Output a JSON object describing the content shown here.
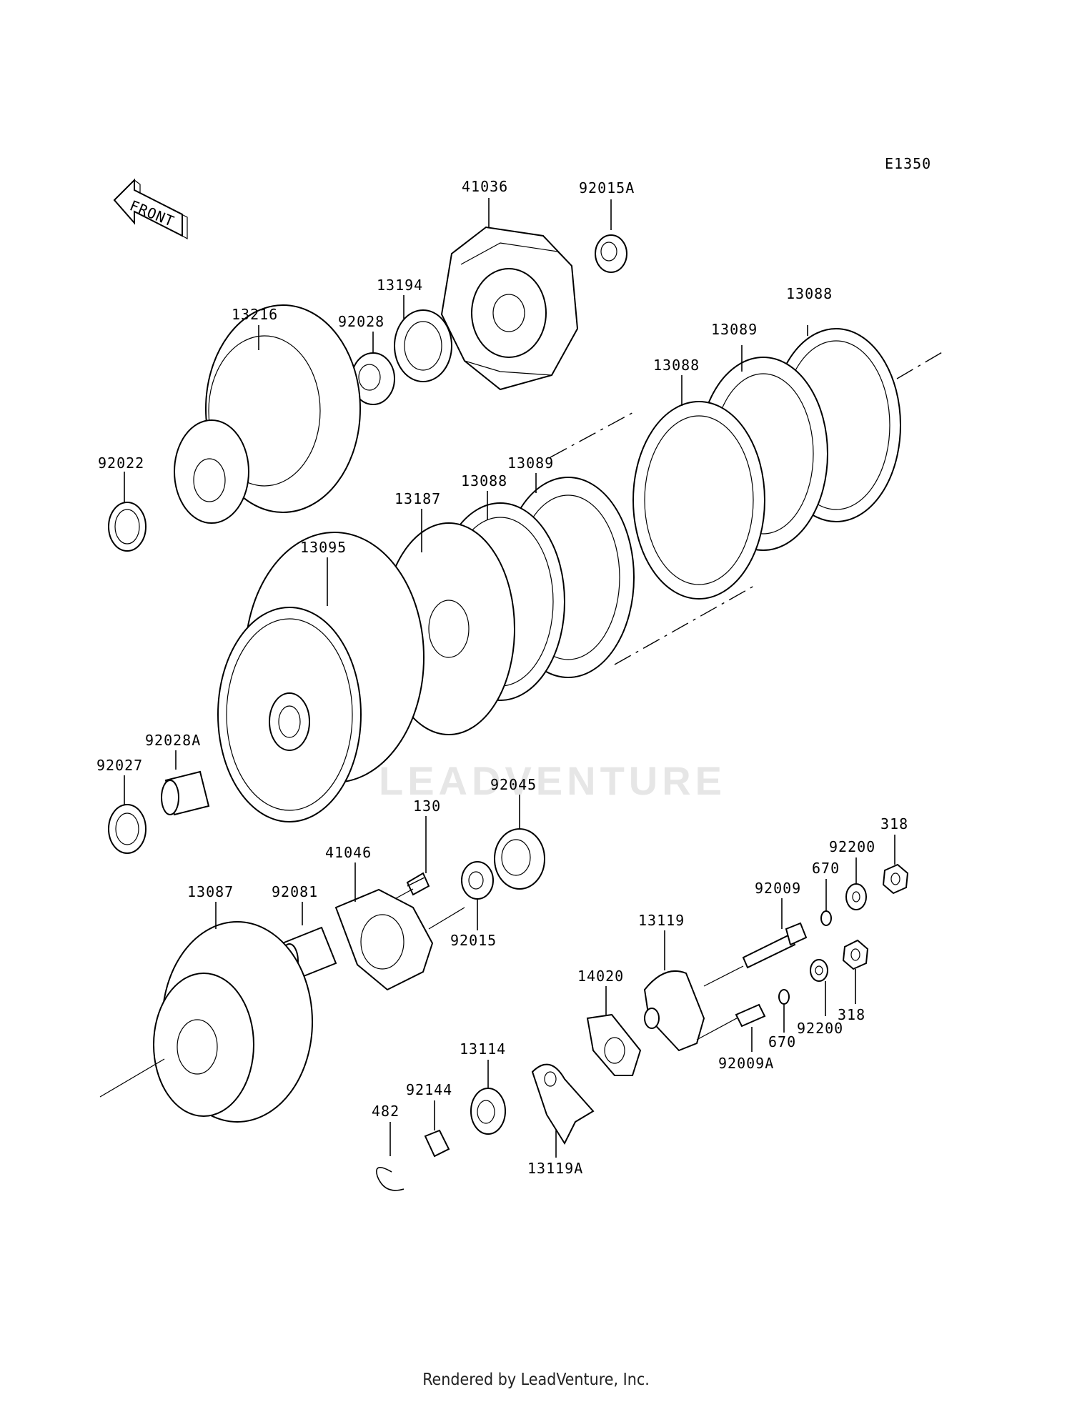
{
  "diagram_code": "E1350",
  "front_label": "FRONT",
  "watermark": "LEADVENTURE",
  "footer": "Rendered by LeadVenture, Inc.",
  "labels": {
    "p41036": "41036",
    "p92015A": "92015A",
    "p13194": "13194",
    "p92028": "92028",
    "p13216": "13216",
    "p13088_a": "13088",
    "p13089_a": "13089",
    "p13088_b": "13088",
    "p92022": "92022",
    "p13089_b": "13089",
    "p13088_c": "13088",
    "p13187": "13187",
    "p13095": "13095",
    "p92028A": "92028A",
    "p92027": "92027",
    "p92045": "92045",
    "p130": "130",
    "p318_a": "318",
    "p92200_a": "92200",
    "p670_a": "670",
    "p41046": "41046",
    "p13087": "13087",
    "p92081": "92081",
    "p92009": "92009",
    "p92015": "92015",
    "p13119": "13119",
    "p14020": "14020",
    "p318_b": "318",
    "p92200_b": "92200",
    "p670_b": "670",
    "p92009A": "92009A",
    "p13114": "13114",
    "p92144": "92144",
    "p482": "482",
    "p13119A": "13119A"
  }
}
